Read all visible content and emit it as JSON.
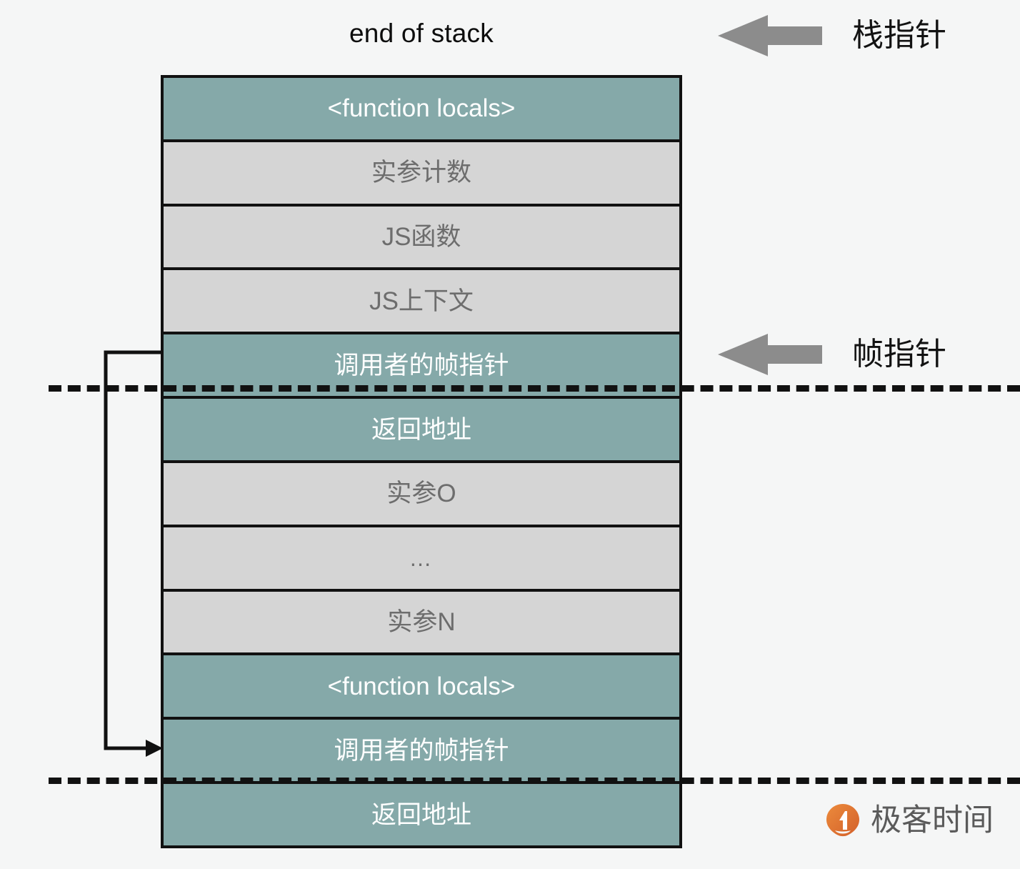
{
  "diagram": {
    "title": "end of stack",
    "background_color": "#f5f6f6",
    "box": {
      "border_color": "#111111",
      "teal_fill": "#85a9a9",
      "gray_fill": "#d5d5d5",
      "teal_text_color": "#ffffff",
      "gray_text_color": "#6d6d6d"
    },
    "rows": [
      {
        "label": "<function locals>",
        "style": "teal"
      },
      {
        "label": "实参计数",
        "style": "gray"
      },
      {
        "label": "JS函数",
        "style": "gray"
      },
      {
        "label": "JS上下文",
        "style": "gray"
      },
      {
        "label": "调用者的帧指针",
        "style": "teal"
      },
      {
        "label": "返回地址",
        "style": "teal"
      },
      {
        "label": "实参O",
        "style": "gray"
      },
      {
        "label": "…",
        "style": "gray"
      },
      {
        "label": "实参N",
        "style": "gray"
      },
      {
        "label": "<function locals>",
        "style": "teal"
      },
      {
        "label": "调用者的帧指针",
        "style": "teal"
      },
      {
        "label": "返回地址",
        "style": "teal"
      }
    ],
    "annotations": [
      {
        "label": "栈指针",
        "icon": "left-arrow-icon",
        "color": "#8c8c8c"
      },
      {
        "label": "帧指针",
        "icon": "left-arrow-icon",
        "color": "#8c8c8c"
      }
    ],
    "separators": [
      {
        "name": "frame-boundary-upper",
        "style": "dashed",
        "color": "#111111"
      },
      {
        "name": "frame-boundary-lower",
        "style": "dashed",
        "color": "#111111"
      }
    ],
    "connector": {
      "name": "caller-frame-pointer-link",
      "from_row": "调用者的帧指针",
      "to_row": "调用者的帧指针",
      "color": "#111111"
    }
  },
  "watermark": {
    "text": "极客时间",
    "mark_color_start": "#e8833a",
    "mark_color_end": "#d9652c",
    "text_color": "#5a5a5a"
  }
}
